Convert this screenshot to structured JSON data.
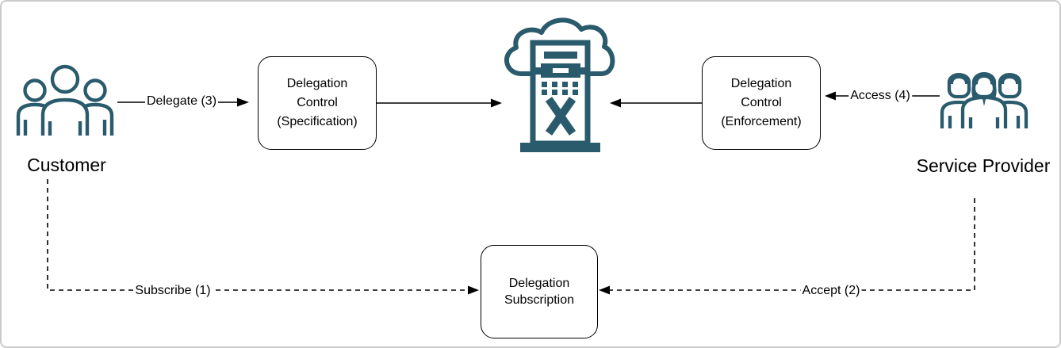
{
  "colors": {
    "icon": "#2A5B6C",
    "line": "#000000",
    "box_border": "#000000",
    "frame_border": "#CBCBCB",
    "background": "#FFFFFF"
  },
  "actors": {
    "customer": {
      "label": "Customer"
    },
    "service_provider": {
      "label_line1": "Service",
      "label_line2": "Provider"
    }
  },
  "nodes": {
    "spec_box": {
      "line1": "Delegation",
      "line2": "Control",
      "line3": "(Specification)"
    },
    "enforcement_box": {
      "line1": "Delegation",
      "line2": "Control",
      "line3": "(Enforcement)"
    },
    "subscription_box": {
      "line1": "Delegation",
      "line2": "Subscription"
    }
  },
  "edges": {
    "delegate": {
      "label": "Delegate (3)"
    },
    "access": {
      "label": "Access (4)"
    },
    "subscribe": {
      "label": "Subscribe (1)"
    },
    "accept": {
      "label": "Accept (2)"
    }
  }
}
